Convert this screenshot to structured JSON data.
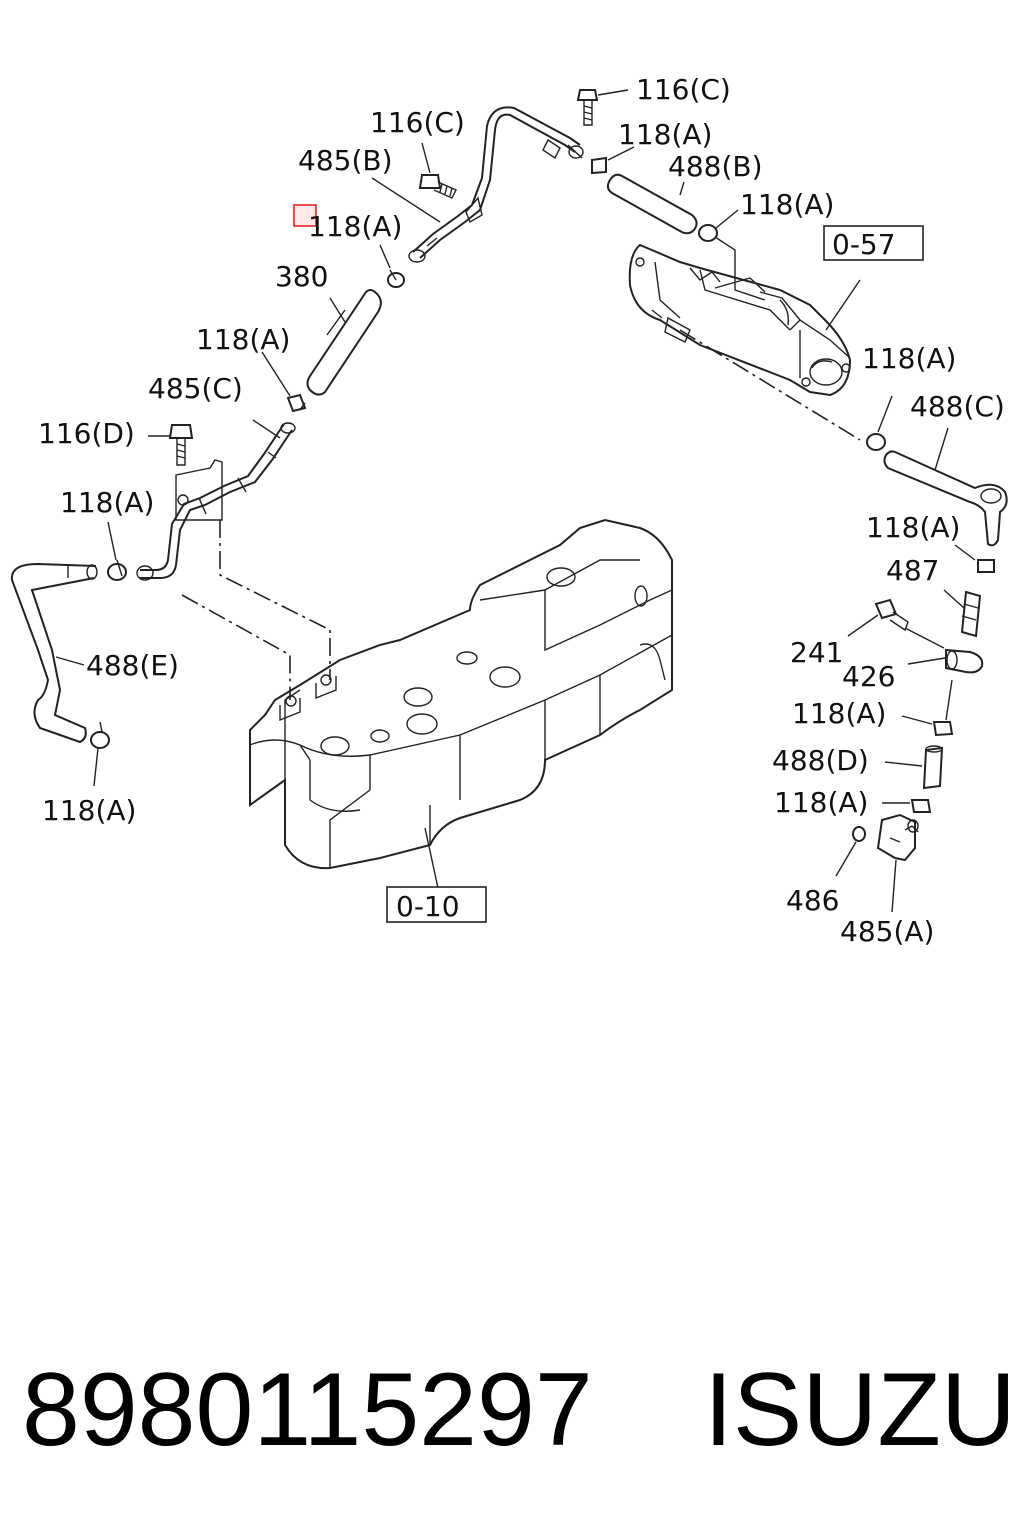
{
  "diagram": {
    "labels": {
      "c116_top": "116(C)",
      "a118_top_right": "118(A)",
      "b488": "488(B)",
      "a118_right2": "118(A)",
      "box_057": "0-57",
      "c116_left": "116(C)",
      "b485": "485(B)",
      "a118_marked": "118(A)",
      "p380": "380",
      "a118_left_upper": "118(A)",
      "c485": "485(C)",
      "d116": "116(D)",
      "a118_left_mid": "118(A)",
      "e488": "488(E)",
      "a118_left_bottom": "118(A)",
      "a118_right3": "118(A)",
      "c488": "488(C)",
      "a118_right4": "118(A)",
      "p487": "487",
      "p241": "241",
      "p426": "426",
      "a118_right5": "118(A)",
      "d488": "488(D)",
      "a118_right6": "118(A)",
      "p486": "486",
      "a485": "485(A)",
      "box_010": "0-10"
    }
  },
  "caption": {
    "part_number": "8980115297",
    "brand": "ISUZU"
  },
  "colors": {
    "line": "#222222",
    "highlight_marker": "#e01b1b"
  }
}
